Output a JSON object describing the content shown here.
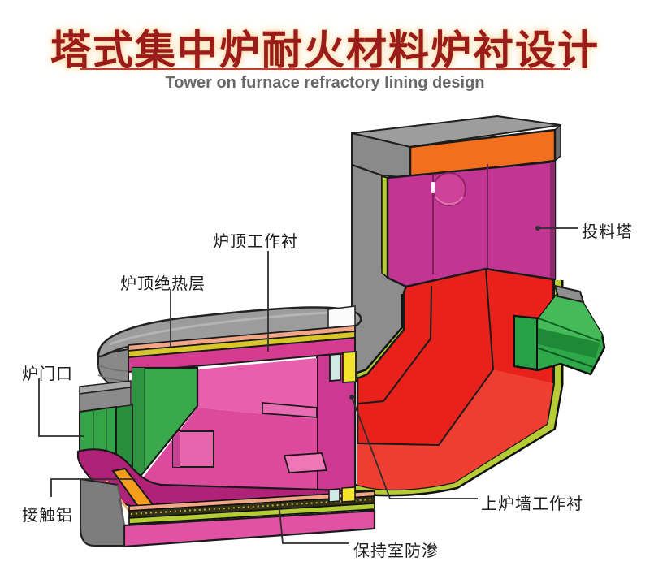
{
  "header": {
    "title": "塔式集中炉耐火材料炉衬设计",
    "subtitle": "Tower on furnace refractory lining design",
    "title_color": "#991b1b",
    "underline_color": "#b8412f",
    "subtitle_color": "#686868"
  },
  "diagram": {
    "labels": [
      {
        "id": "furnace-roof-working-lining",
        "text": "炉顶工作衬"
      },
      {
        "id": "furnace-roof-insulation-layer",
        "text": "炉顶绝热层"
      },
      {
        "id": "furnace-door-opening",
        "text": "炉门口"
      },
      {
        "id": "contact-aluminum",
        "text": "接触铝"
      },
      {
        "id": "charging-tower",
        "text": "投料塔"
      },
      {
        "id": "upper-furnace-wall-working-lining",
        "text": "上炉墙工作衬"
      },
      {
        "id": "holding-chamber-anti-seepage",
        "text": "保持室防渗"
      }
    ],
    "colors": {
      "shell_gray": "#9c9c9c",
      "cap_orange": "#f2701d",
      "tower_lining_magenta": "#c23593",
      "working_lining_red": "#e8211b",
      "edge_strip_yellow_green": "#b5cc34",
      "insulation_yellow": "#d9c62a",
      "insulation_salmon": "#f0a687",
      "roof_lining_magenta": "#d63b92",
      "chamber_pink": "#e85fae",
      "door_green": "#3aa94b",
      "sill_dark_magenta": "#b02178",
      "contact_strip_orange": "#f59d1d",
      "launder_green": "#2fa849",
      "base_pink": "#e252a4",
      "pale_cyan_block": "#cfe9e4",
      "yellow_block": "#f2e32b"
    }
  }
}
